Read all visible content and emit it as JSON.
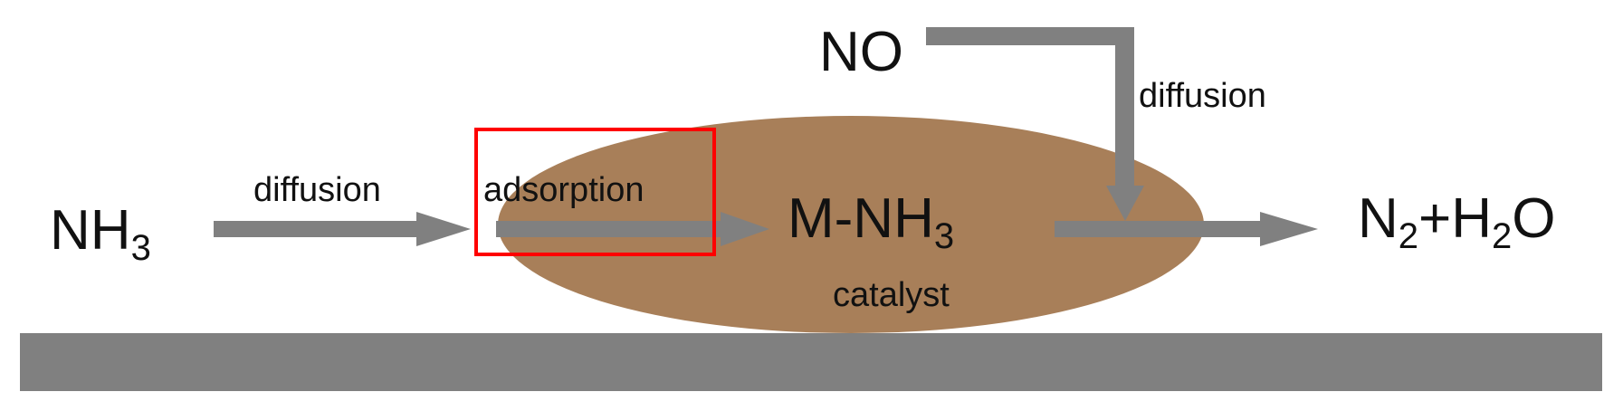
{
  "labels": {
    "nh3_main": "NH",
    "nh3_sub": "3",
    "diffusion_left": "diffusion",
    "adsorption": "adsorption",
    "mnh3_main": "M-NH",
    "mnh3_sub": "3",
    "catalyst": "catalyst",
    "no": "NO",
    "diffusion_right": "diffusion",
    "prod_n": "N",
    "prod_n_sub": "2",
    "prod_plus_h": "+H",
    "prod_h_sub": "2",
    "prod_o": "O"
  },
  "colors": {
    "arrow": "#808080",
    "catalyst": "#A87F59",
    "support": "#808080",
    "highlight_box": "#FF0000"
  }
}
